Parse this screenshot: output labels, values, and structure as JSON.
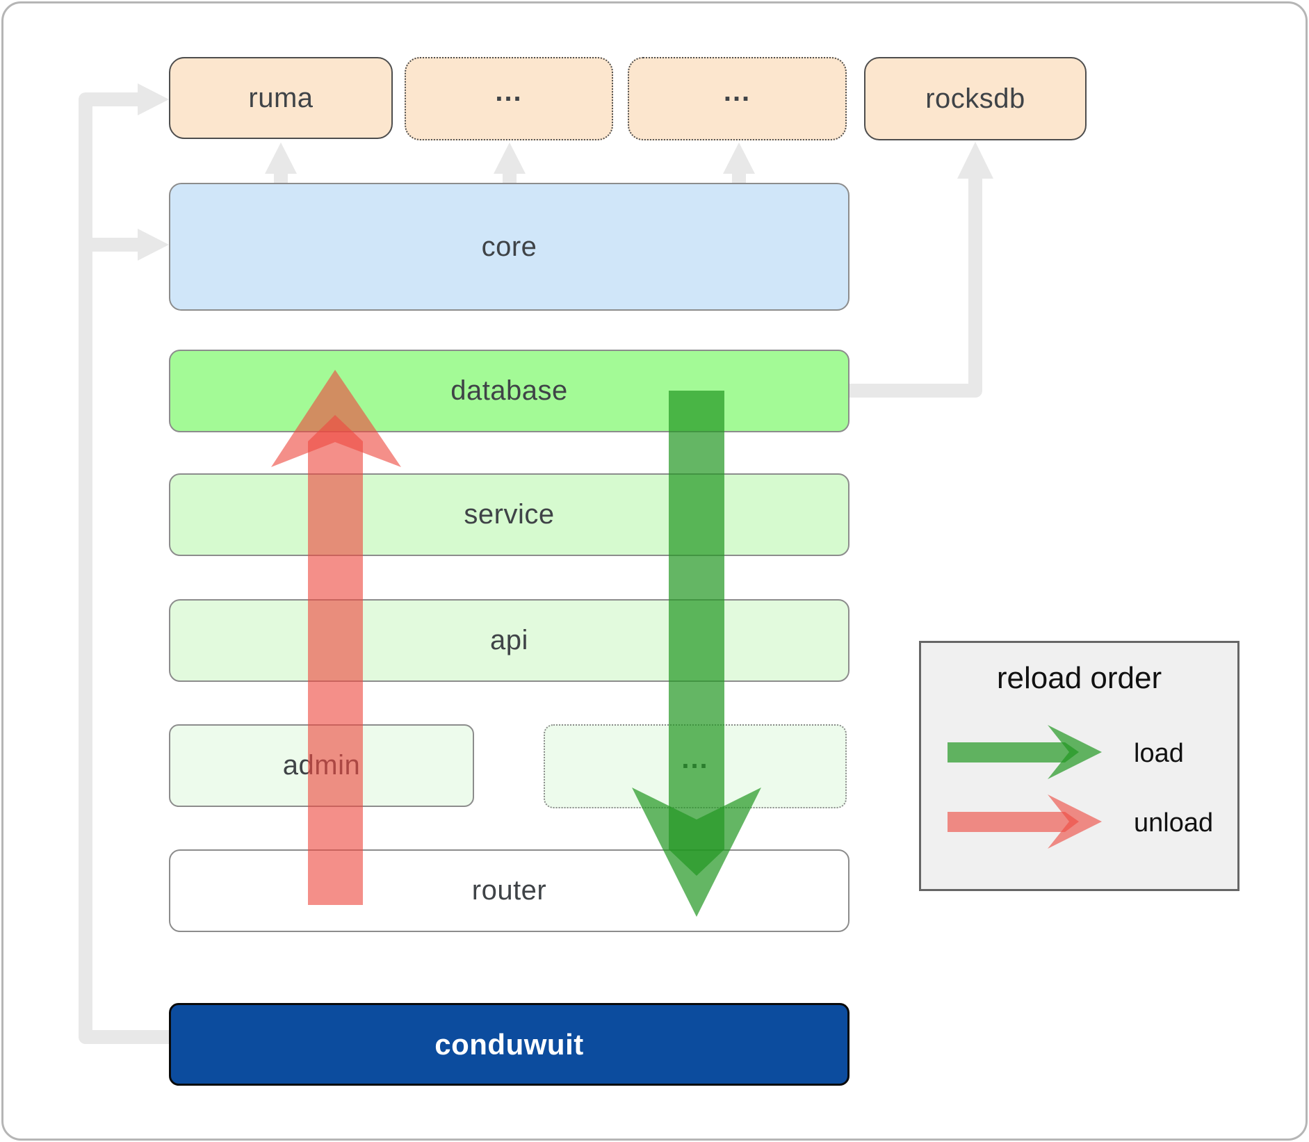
{
  "boxes": {
    "ruma": {
      "label": "ruma"
    },
    "dep_a": {
      "label": "..."
    },
    "dep_b": {
      "label": "..."
    },
    "rocksdb": {
      "label": "rocksdb"
    },
    "core": {
      "label": "core"
    },
    "database": {
      "label": "database"
    },
    "service": {
      "label": "service"
    },
    "api": {
      "label": "api"
    },
    "admin": {
      "label": "admin"
    },
    "more_crates": {
      "label": "..."
    },
    "router": {
      "label": "router"
    },
    "conduwuit": {
      "label": "conduwuit"
    }
  },
  "legend": {
    "title": "reload order",
    "items": [
      {
        "name": "load",
        "label": "load"
      },
      {
        "name": "unload",
        "label": "unload"
      }
    ]
  },
  "colors": {
    "frame-border": "#b5b5b5",
    "peach-fill": "#FCE6CE",
    "peach-border": "#4D4D4D",
    "core-fill": "#D0E6F9",
    "database-fill": "#A3FA96",
    "service-fill": "#D6FACF",
    "api-fill": "#E2FADD",
    "faint-green-fill": "#EDFBEC",
    "router-fill": "#FFFFFF",
    "conduwuit-fill": "#0C4C9E",
    "conduwuit-border": "#0A0A0A",
    "conduwuit-text": "#FFFFFF",
    "box-border": "#8C8C8C",
    "dotted-gray": "#8A8A8A",
    "label-text": "#3F4347",
    "connector": "#E8E8E8",
    "load-green": "#229722",
    "unload-red": "#EE4B40",
    "legend-bg": "#F0F0F0",
    "legend-border": "#666666",
    "legend-text": "#111111"
  }
}
